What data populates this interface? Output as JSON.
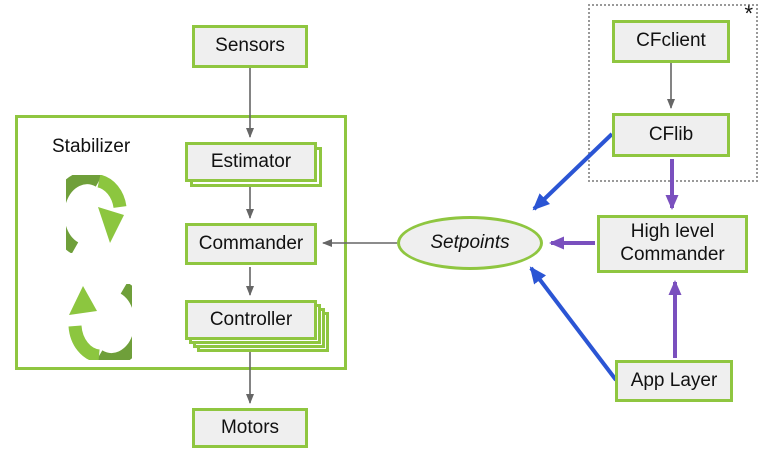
{
  "diagram": {
    "nodes": {
      "sensors": {
        "label": "Sensors"
      },
      "stabilizer": {
        "label": "Stabilizer"
      },
      "estimator": {
        "label": "Estimator"
      },
      "commander": {
        "label": "Commander"
      },
      "controller": {
        "label": "Controller"
      },
      "motors": {
        "label": "Motors"
      },
      "setpoints": {
        "label": "Setpoints"
      },
      "cfclient": {
        "label": "CFclient"
      },
      "cflib": {
        "label": "CFlib"
      },
      "high_level_commander": {
        "label": "High level Commander"
      },
      "app_layer": {
        "label": "App Layer"
      },
      "footnote_marker": {
        "label": "*"
      }
    },
    "edges": [
      {
        "from": "Sensors",
        "to": "Estimator",
        "color": "gray"
      },
      {
        "from": "Estimator",
        "to": "Commander",
        "color": "gray"
      },
      {
        "from": "Commander",
        "to": "Controller",
        "color": "gray"
      },
      {
        "from": "Controller",
        "to": "Motors",
        "color": "gray"
      },
      {
        "from": "CFclient",
        "to": "CFlib",
        "color": "gray"
      },
      {
        "from": "Setpoints",
        "to": "Commander",
        "color": "gray"
      },
      {
        "from": "CFlib",
        "to": "Setpoints",
        "color": "blue"
      },
      {
        "from": "App Layer",
        "to": "Setpoints",
        "color": "blue"
      },
      {
        "from": "CFlib",
        "to": "High level Commander",
        "color": "purple"
      },
      {
        "from": "High level Commander",
        "to": "Setpoints",
        "color": "purple"
      },
      {
        "from": "App Layer",
        "to": "High level Commander",
        "color": "purple"
      }
    ],
    "colors": {
      "border_green": "#8FC640",
      "node_fill": "#EFEFEF",
      "edge_gray": "#666666",
      "edge_blue": "#2B55D4",
      "edge_purple": "#7A50BE",
      "icon_green_dark": "#6F9F3A",
      "icon_green_light": "#8CC63F",
      "dotted_border": "#999999",
      "text": "#111111"
    }
  }
}
